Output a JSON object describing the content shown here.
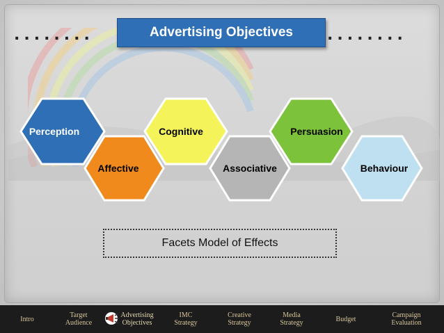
{
  "slide": {
    "title": "Advertising Objectives",
    "dots_left": "........",
    "dots_right": "........"
  },
  "hexagons": [
    {
      "label": "Perception",
      "fill": "#2f6fb6",
      "text_color": "#ffffff"
    },
    {
      "label": "Affective",
      "fill": "#f08a1c",
      "text_color": "#000000"
    },
    {
      "label": "Cognitive",
      "fill": "#f4f45a",
      "text_color": "#000000"
    },
    {
      "label": "Associative",
      "fill": "#b5b5b5",
      "text_color": "#000000"
    },
    {
      "label": "Persuasion",
      "fill": "#7cc23a",
      "text_color": "#000000"
    },
    {
      "label": "Behaviour",
      "fill": "#bfe0f0",
      "text_color": "#000000"
    }
  ],
  "caption": "Facets Model of Effects",
  "nav": {
    "items": [
      {
        "label": "Intro"
      },
      {
        "label": "Target\nAudience"
      },
      {
        "label": "Advertising\nObjectives",
        "active": true
      },
      {
        "label": "IMC\nStrategy"
      },
      {
        "label": "Creative\nStrategy"
      },
      {
        "label": "Media\nStrategy"
      },
      {
        "label": "Budget"
      },
      {
        "label": "Campaign\nEvaluation"
      }
    ]
  },
  "colors": {
    "title_bg": "#2f6fb6",
    "navbar_bg": "#1c1c1c",
    "nav_text": "#d7c59a"
  }
}
